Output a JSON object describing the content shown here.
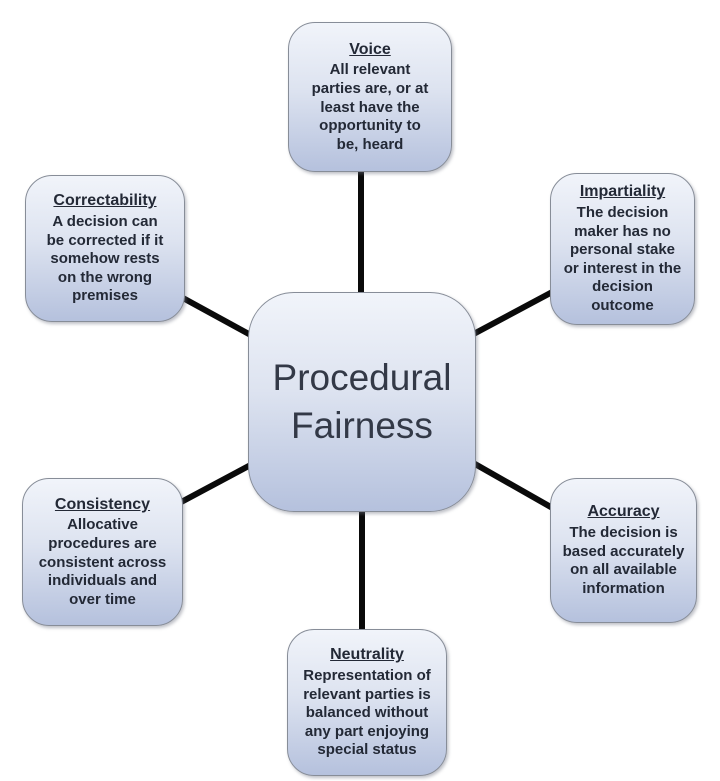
{
  "diagram": {
    "center": {
      "title": "Procedural\nFairness"
    },
    "nodes": [
      {
        "id": "voice",
        "title": "Voice",
        "description": "All relevant\nparties are, or at\nleast have the\nopportunity to\nbe, heard"
      },
      {
        "id": "impartiality",
        "title": "Impartiality",
        "description": "The decision\nmaker has no\npersonal stake\nor interest in the\ndecision\noutcome"
      },
      {
        "id": "correctability",
        "title": "Correctability",
        "description": "A decision can\nbe corrected if it\nsomehow rests\non the wrong\npremises"
      },
      {
        "id": "consistency",
        "title": "Consistency",
        "description": "Allocative\nprocedures are\nconsistent across\nindividuals and\nover time"
      },
      {
        "id": "accuracy",
        "title": "Accuracy",
        "description": "The decision is\nbased accurately\non all available\ninformation"
      },
      {
        "id": "neutrality",
        "title": "Neutrality",
        "description": "Representation of\nrelevant parties is\nbalanced without\nany part enjoying\nspecial status"
      }
    ],
    "colors": {
      "box_gradient_top": "#f1f4fa",
      "box_gradient_mid": "#dde3f0",
      "box_gradient_bottom": "#b5c1dd",
      "border": "#878d98",
      "text": "#232936",
      "connector": "#0a0a0a"
    }
  }
}
